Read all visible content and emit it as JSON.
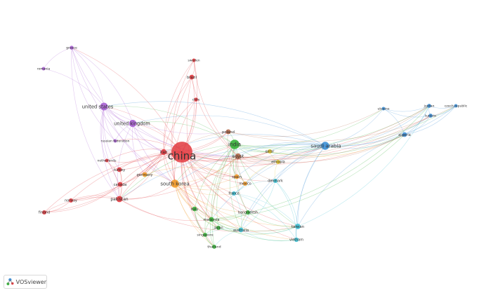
{
  "brand": {
    "name": "VOSviewer",
    "icon": "vosviewer-logo-icon"
  },
  "clusters": {
    "red": "#e2383e",
    "green": "#37b23a",
    "blue": "#3d8fd6",
    "purple": "#a95fd4",
    "orange": "#f29a27",
    "yellow": "#e7c72d",
    "cyan": "#3bbfd1",
    "brown": "#b5694a",
    "pink": "#e87ab0"
  },
  "nodes": [
    {
      "id": "china",
      "label": "china",
      "cluster": "red",
      "weight": 10
    },
    {
      "id": "india",
      "label": "india",
      "cluster": "green",
      "weight": 4
    },
    {
      "id": "south_korea",
      "label": "south korea",
      "cluster": "orange",
      "weight": 3.2
    },
    {
      "id": "united_states",
      "label": "united states",
      "cluster": "purple",
      "weight": 3
    },
    {
      "id": "united_kingdom",
      "label": "united kingdom",
      "cluster": "purple",
      "weight": 2.8
    },
    {
      "id": "saudi_arabia",
      "label": "saudi arabia",
      "cluster": "blue",
      "weight": 3.2
    },
    {
      "id": "pakistan",
      "label": "pakistan",
      "cluster": "red",
      "weight": 2.2
    },
    {
      "id": "iran",
      "label": "iran",
      "cluster": "red",
      "weight": 2
    },
    {
      "id": "egypt",
      "label": "egypt",
      "cluster": "brown",
      "weight": 2
    },
    {
      "id": "poland",
      "label": "poland",
      "cluster": "brown",
      "weight": 1.6
    },
    {
      "id": "greece",
      "label": "greece",
      "cluster": "purple",
      "weight": 1
    },
    {
      "id": "romania",
      "label": "romania",
      "cluster": "purple",
      "weight": 0.8
    },
    {
      "id": "sweden",
      "label": "sweden",
      "cluster": "red",
      "weight": 0.8
    },
    {
      "id": "brazil",
      "label": "brazil",
      "cluster": "red",
      "weight": 1.5
    },
    {
      "id": "chile",
      "label": "chile",
      "cluster": "red",
      "weight": 1
    },
    {
      "id": "russian_federation",
      "label": "russian federation",
      "cluster": "purple",
      "weight": 0.8
    },
    {
      "id": "netherlands",
      "label": "netherlands",
      "cluster": "red",
      "weight": 0.8
    },
    {
      "id": "turkey",
      "label": "turkey",
      "cluster": "red",
      "weight": 1.5
    },
    {
      "id": "germany",
      "label": "germany",
      "cluster": "orange",
      "weight": 1.5
    },
    {
      "id": "canada",
      "label": "canada",
      "cluster": "red",
      "weight": 1.5
    },
    {
      "id": "norway",
      "label": "norway",
      "cluster": "red",
      "weight": 1.2
    },
    {
      "id": "finland",
      "label": "finland",
      "cluster": "red",
      "weight": 1.2
    },
    {
      "id": "qatar",
      "label": "qatar",
      "cluster": "yellow",
      "weight": 1.2
    },
    {
      "id": "ethiopia",
      "label": "ethiopia",
      "cluster": "yellow",
      "weight": 1.2
    },
    {
      "id": "spain",
      "label": "spain",
      "cluster": "orange",
      "weight": 1.5
    },
    {
      "id": "mexico",
      "label": "mexico",
      "cluster": "orange",
      "weight": 1.2
    },
    {
      "id": "denmark",
      "label": "denmark",
      "cluster": "cyan",
      "weight": 1.2
    },
    {
      "id": "france",
      "label": "france",
      "cluster": "cyan",
      "weight": 1.2
    },
    {
      "id": "bangladesh",
      "label": "bangladesh",
      "cluster": "green",
      "weight": 1.2
    },
    {
      "id": "italy",
      "label": "italy",
      "cluster": "green",
      "weight": 1.4
    },
    {
      "id": "malaysia",
      "label": "malaysia",
      "cluster": "green",
      "weight": 1.5
    },
    {
      "id": "japan",
      "label": "japan",
      "cluster": "green",
      "weight": 1.2
    },
    {
      "id": "australia",
      "label": "australia",
      "cluster": "cyan",
      "weight": 1.5
    },
    {
      "id": "singapore",
      "label": "singapore",
      "cluster": "green",
      "weight": 1.1
    },
    {
      "id": "thailand",
      "label": "thailand",
      "cluster": "green",
      "weight": 1.1
    },
    {
      "id": "taiwan",
      "label": "taiwan",
      "cluster": "cyan",
      "weight": 1.8
    },
    {
      "id": "vietnam",
      "label": "vietnam",
      "cluster": "cyan",
      "weight": 1.3
    },
    {
      "id": "ukraine",
      "label": "ukraine",
      "cluster": "blue",
      "weight": 0.8
    },
    {
      "id": "jordan",
      "label": "jordan",
      "cluster": "blue",
      "weight": 1.1
    },
    {
      "id": "tunisia",
      "label": "tunisia",
      "cluster": "blue",
      "weight": 1.1
    },
    {
      "id": "czech_republic",
      "label": "czech republic",
      "cluster": "blue",
      "weight": 0.8
    },
    {
      "id": "algeria",
      "label": "algeria",
      "cluster": "blue",
      "weight": 1.5
    }
  ],
  "links": [
    [
      "china",
      "india"
    ],
    [
      "china",
      "south_korea"
    ],
    [
      "china",
      "united_states"
    ],
    [
      "china",
      "united_kingdom"
    ],
    [
      "china",
      "saudi_arabia"
    ],
    [
      "china",
      "pakistan"
    ],
    [
      "china",
      "iran"
    ],
    [
      "china",
      "egypt"
    ],
    [
      "china",
      "poland"
    ],
    [
      "china",
      "greece"
    ],
    [
      "china",
      "brazil"
    ],
    [
      "china",
      "chile"
    ],
    [
      "china",
      "sweden"
    ],
    [
      "china",
      "turkey"
    ],
    [
      "china",
      "germany"
    ],
    [
      "china",
      "canada"
    ],
    [
      "china",
      "norway"
    ],
    [
      "china",
      "finland"
    ],
    [
      "china",
      "netherlands"
    ],
    [
      "china",
      "russian_federation"
    ],
    [
      "china",
      "qatar"
    ],
    [
      "china",
      "ethiopia"
    ],
    [
      "china",
      "spain"
    ],
    [
      "china",
      "mexico"
    ],
    [
      "china",
      "denmark"
    ],
    [
      "china",
      "france"
    ],
    [
      "china",
      "bangladesh"
    ],
    [
      "china",
      "italy"
    ],
    [
      "china",
      "malaysia"
    ],
    [
      "china",
      "japan"
    ],
    [
      "china",
      "australia"
    ],
    [
      "china",
      "singapore"
    ],
    [
      "china",
      "thailand"
    ],
    [
      "china",
      "taiwan"
    ],
    [
      "china",
      "vietnam"
    ],
    [
      "china",
      "algeria"
    ],
    [
      "china",
      "jordan"
    ],
    [
      "china",
      "tunisia"
    ],
    [
      "india",
      "saudi_arabia"
    ],
    [
      "india",
      "south_korea"
    ],
    [
      "india",
      "egypt"
    ],
    [
      "india",
      "malaysia"
    ],
    [
      "india",
      "italy"
    ],
    [
      "india",
      "japan"
    ],
    [
      "india",
      "australia"
    ],
    [
      "india",
      "bangladesh"
    ],
    [
      "india",
      "singapore"
    ],
    [
      "india",
      "thailand"
    ],
    [
      "india",
      "taiwan"
    ],
    [
      "india",
      "united_states"
    ],
    [
      "india",
      "united_kingdom"
    ],
    [
      "india",
      "jordan"
    ],
    [
      "india",
      "czech_republic"
    ],
    [
      "india",
      "algeria"
    ],
    [
      "india",
      "ukraine"
    ],
    [
      "india",
      "spain"
    ],
    [
      "india",
      "qatar"
    ],
    [
      "india",
      "ethiopia"
    ],
    [
      "india",
      "mexico"
    ],
    [
      "india",
      "pakistan"
    ],
    [
      "india",
      "poland"
    ],
    [
      "saudi_arabia",
      "egypt"
    ],
    [
      "saudi_arabia",
      "pakistan"
    ],
    [
      "saudi_arabia",
      "algeria"
    ],
    [
      "saudi_arabia",
      "jordan"
    ],
    [
      "saudi_arabia",
      "tunisia"
    ],
    [
      "saudi_arabia",
      "czech_republic"
    ],
    [
      "saudi_arabia",
      "ukraine"
    ],
    [
      "saudi_arabia",
      "taiwan"
    ],
    [
      "saudi_arabia",
      "malaysia"
    ],
    [
      "saudi_arabia",
      "south_korea"
    ],
    [
      "saudi_arabia",
      "united_states"
    ],
    [
      "saudi_arabia",
      "united_kingdom"
    ],
    [
      "saudi_arabia",
      "denmark"
    ],
    [
      "saudi_arabia",
      "ethiopia"
    ],
    [
      "saudi_arabia",
      "qatar"
    ],
    [
      "saudi_arabia",
      "vietnam"
    ],
    [
      "saudi_arabia",
      "australia"
    ],
    [
      "saudi_arabia",
      "bangladesh"
    ],
    [
      "saudi_arabia",
      "iran"
    ],
    [
      "saudi_arabia",
      "spain"
    ],
    [
      "saudi_arabia",
      "mexico"
    ],
    [
      "algeria",
      "jordan"
    ],
    [
      "algeria",
      "tunisia"
    ],
    [
      "algeria",
      "czech_republic"
    ],
    [
      "algeria",
      "ukraine"
    ],
    [
      "algeria",
      "taiwan"
    ],
    [
      "jordan",
      "tunisia"
    ],
    [
      "jordan",
      "czech_republic"
    ],
    [
      "tunisia",
      "czech_republic"
    ],
    [
      "ukraine",
      "jordan"
    ],
    [
      "ukraine",
      "tunisia"
    ],
    [
      "united_states",
      "greece"
    ],
    [
      "united_states",
      "romania"
    ],
    [
      "united_states",
      "united_kingdom"
    ],
    [
      "united_states",
      "pakistan"
    ],
    [
      "united_states",
      "iran"
    ],
    [
      "united_states",
      "canada"
    ],
    [
      "united_states",
      "south_korea"
    ],
    [
      "united_states",
      "russian_federation"
    ],
    [
      "united_states",
      "turkey"
    ],
    [
      "united_states",
      "egypt"
    ],
    [
      "united_states",
      "poland"
    ],
    [
      "united_states",
      "netherlands"
    ],
    [
      "united_kingdom",
      "greece"
    ],
    [
      "united_kingdom",
      "pakistan"
    ],
    [
      "united_kingdom",
      "iran"
    ],
    [
      "united_kingdom",
      "south_korea"
    ],
    [
      "united_kingdom",
      "egypt"
    ],
    [
      "united_kingdom",
      "russian_federation"
    ],
    [
      "united_kingdom",
      "germany"
    ],
    [
      "greece",
      "romania"
    ],
    [
      "greece",
      "iran"
    ],
    [
      "greece",
      "pakistan"
    ],
    [
      "greece",
      "south_korea"
    ],
    [
      "greece",
      "russian_federation"
    ],
    [
      "pakistan",
      "finland"
    ],
    [
      "pakistan",
      "norway"
    ],
    [
      "pakistan",
      "canada"
    ],
    [
      "pakistan",
      "turkey"
    ],
    [
      "pakistan",
      "iran"
    ],
    [
      "pakistan",
      "malaysia"
    ],
    [
      "pakistan",
      "south_korea"
    ],
    [
      "pakistan",
      "egypt"
    ],
    [
      "pakistan",
      "netherlands"
    ],
    [
      "pakistan",
      "taiwan"
    ],
    [
      "finland",
      "norway"
    ],
    [
      "finland",
      "canada"
    ],
    [
      "finland",
      "iran"
    ],
    [
      "norway",
      "canada"
    ],
    [
      "norway",
      "iran"
    ],
    [
      "canada",
      "turkey"
    ],
    [
      "canada",
      "iran"
    ],
    [
      "turkey",
      "iran"
    ],
    [
      "netherlands",
      "iran"
    ],
    [
      "netherlands",
      "turkey"
    ],
    [
      "brazil",
      "sweden"
    ],
    [
      "brazil",
      "iran"
    ],
    [
      "brazil",
      "south_korea"
    ],
    [
      "brazil",
      "egypt"
    ],
    [
      "brazil",
      "malaysia"
    ],
    [
      "chile",
      "iran"
    ],
    [
      "chile",
      "south_korea"
    ],
    [
      "sweden",
      "iran"
    ],
    [
      "sweden",
      "south_korea"
    ],
    [
      "sweden",
      "egypt"
    ],
    [
      "iran",
      "south_korea"
    ],
    [
      "iran",
      "egypt"
    ],
    [
      "iran",
      "germany"
    ],
    [
      "iran",
      "qatar"
    ],
    [
      "iran",
      "malaysia"
    ],
    [
      "iran",
      "poland"
    ],
    [
      "iran",
      "spain"
    ],
    [
      "south_korea",
      "malaysia"
    ],
    [
      "south_korea",
      "italy"
    ],
    [
      "south_korea",
      "japan"
    ],
    [
      "south_korea",
      "australia"
    ],
    [
      "south_korea",
      "singapore"
    ],
    [
      "south_korea",
      "thailand"
    ],
    [
      "south_korea",
      "taiwan"
    ],
    [
      "south_korea",
      "vietnam"
    ],
    [
      "south_korea",
      "germany"
    ],
    [
      "south_korea",
      "spain"
    ],
    [
      "south_korea",
      "egypt"
    ],
    [
      "south_korea",
      "mexico"
    ],
    [
      "south_korea",
      "bangladesh"
    ],
    [
      "south_korea",
      "france"
    ],
    [
      "egypt",
      "ethiopia"
    ],
    [
      "egypt",
      "qatar"
    ],
    [
      "egypt",
      "spain"
    ],
    [
      "egypt",
      "mexico"
    ],
    [
      "egypt",
      "bangladesh"
    ],
    [
      "egypt",
      "malaysia"
    ],
    [
      "egypt",
      "algeria"
    ],
    [
      "egypt",
      "jordan"
    ],
    [
      "egypt",
      "tunisia"
    ],
    [
      "egypt",
      "denmark"
    ],
    [
      "poland",
      "spain"
    ],
    [
      "poland",
      "germany"
    ],
    [
      "poland",
      "ukraine"
    ],
    [
      "poland",
      "czech_republic"
    ],
    [
      "malaysia",
      "japan"
    ],
    [
      "malaysia",
      "australia"
    ],
    [
      "malaysia",
      "singapore"
    ],
    [
      "malaysia",
      "thailand"
    ],
    [
      "malaysia",
      "taiwan"
    ],
    [
      "malaysia",
      "italy"
    ],
    [
      "malaysia",
      "bangladesh"
    ],
    [
      "malaysia",
      "vietnam"
    ],
    [
      "malaysia",
      "jordan"
    ],
    [
      "malaysia",
      "algeria"
    ],
    [
      "japan",
      "australia"
    ],
    [
      "japan",
      "singapore"
    ],
    [
      "japan",
      "taiwan"
    ],
    [
      "italy",
      "japan"
    ],
    [
      "italy",
      "singapore"
    ],
    [
      "italy",
      "thailand"
    ],
    [
      "australia",
      "taiwan"
    ],
    [
      "australia",
      "vietnam"
    ],
    [
      "australia",
      "singapore"
    ],
    [
      "australia",
      "thailand"
    ],
    [
      "australia",
      "denmark"
    ],
    [
      "australia",
      "france"
    ],
    [
      "singapore",
      "thailand"
    ],
    [
      "taiwan",
      "vietnam"
    ],
    [
      "taiwan",
      "denmark"
    ],
    [
      "taiwan",
      "france"
    ],
    [
      "taiwan",
      "jordan"
    ],
    [
      "vietnam",
      "denmark"
    ],
    [
      "vietnam",
      "france"
    ],
    [
      "denmark",
      "france"
    ],
    [
      "france",
      "mexico"
    ],
    [
      "mexico",
      "spain"
    ],
    [
      "spain",
      "germany"
    ],
    [
      "bangladesh",
      "australia"
    ],
    [
      "bangladesh",
      "taiwan"
    ],
    [
      "qatar",
      "ethiopia"
    ],
    [
      "ethiopia",
      "denmark"
    ],
    [
      "ethiopia",
      "mexico"
    ],
    [
      "qatar",
      "algeria"
    ]
  ]
}
